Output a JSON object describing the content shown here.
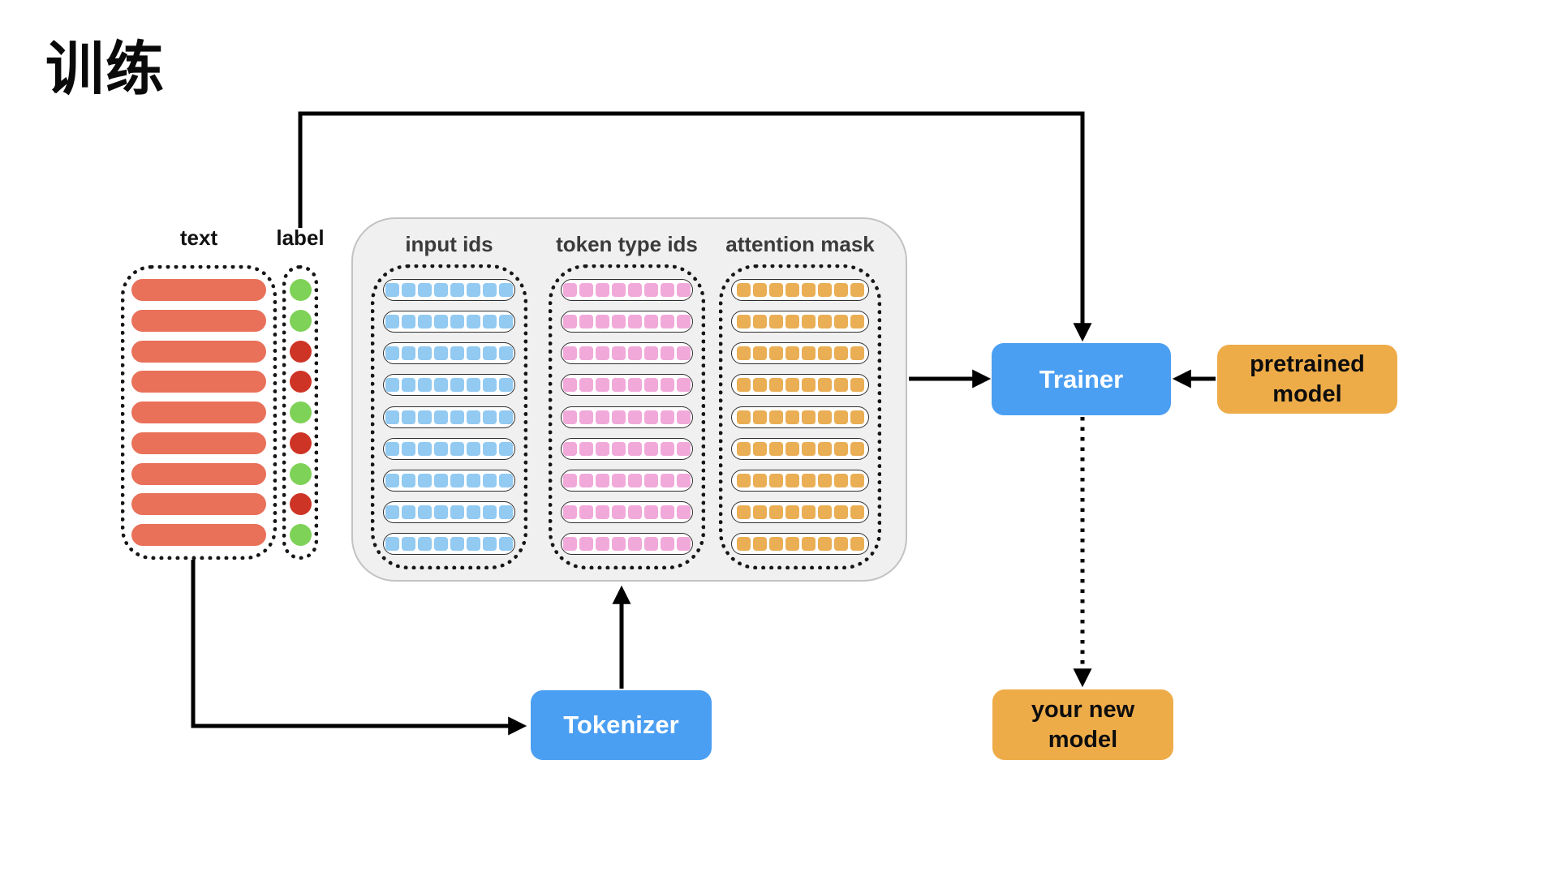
{
  "title": "训练",
  "left_panel": {
    "text_header": "text",
    "label_header": "label",
    "text_rows": 9,
    "label_values": [
      "green",
      "green",
      "red",
      "red",
      "green",
      "red",
      "green",
      "red",
      "green"
    ]
  },
  "tensor_panel": {
    "columns": [
      {
        "id": "input-ids",
        "header": "input ids",
        "color": "#92CAF2",
        "rows": 9,
        "cells": 8
      },
      {
        "id": "token-type-ids",
        "header": "token type ids",
        "color": "#F1A9DA",
        "rows": 9,
        "cells": 8
      },
      {
        "id": "attention-mask",
        "header": "attention mask",
        "color": "#EAAE55",
        "rows": 9,
        "cells": 8
      }
    ]
  },
  "nodes": {
    "tokenizer": "Tokenizer",
    "trainer": "Trainer",
    "pretrained_model": "pretrained model",
    "your_new_model": "your new model"
  },
  "colors": {
    "text_bar": "#E97059",
    "label_green": "#7ED257",
    "label_red": "#CE3426",
    "box_blue": "#4B9FF2",
    "box_orange": "#EEAC49",
    "panel_bg": "#F0F0F0",
    "panel_border": "#C2C2C2",
    "line": "#000000"
  }
}
